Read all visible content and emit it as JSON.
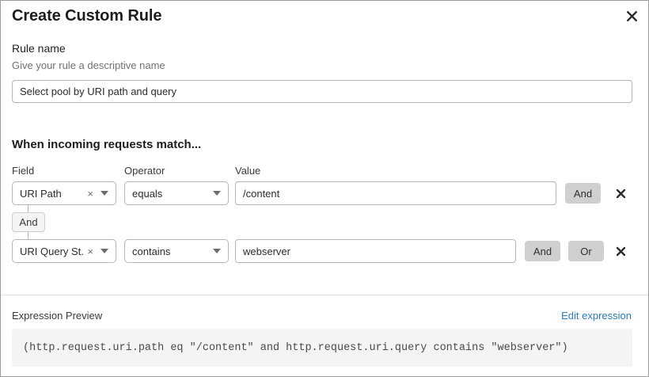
{
  "dialog": {
    "title": "Create Custom Rule",
    "close_icon": "close-icon"
  },
  "rule_name": {
    "label": "Rule name",
    "help": "Give your rule a descriptive name",
    "value": "Select pool by URI path and query",
    "placeholder": "Select pool by URI path and query"
  },
  "conditions": {
    "heading": "When incoming requests match...",
    "columns": {
      "field": "Field",
      "operator": "Operator",
      "value": "Value"
    },
    "connector": "And",
    "rows": [
      {
        "field": "URI Path",
        "clear_icon": "×",
        "caret_icon": "chevron-down-icon",
        "operator": "equals",
        "value": "/content",
        "value_placeholder": "/content",
        "buttons": [
          "And"
        ],
        "remove_icon": "close-icon"
      },
      {
        "field": "URI Query St...",
        "clear_icon": "×",
        "caret_icon": "chevron-down-icon",
        "operator": "contains",
        "value": "webserver",
        "value_placeholder": "webserver",
        "buttons": [
          "And",
          "Or"
        ],
        "remove_icon": "close-icon"
      }
    ]
  },
  "expression_preview": {
    "label": "Expression Preview",
    "edit_link": "Edit expression",
    "expression": "(http.request.uri.path eq \"/content\" and http.request.uri.query contains \"webserver\")"
  },
  "colors": {
    "link": "#2c7cb8",
    "button_gray": "#cfcfcf",
    "code_background": "#f4f4f4",
    "border": "#b5b5b5"
  }
}
